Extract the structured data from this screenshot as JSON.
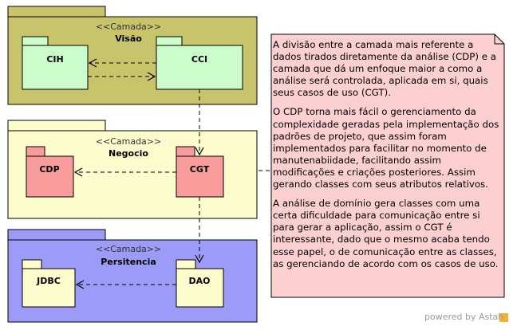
{
  "layers": [
    {
      "id": "visao",
      "stereotype": "<<Camada>>",
      "name": "Visão",
      "fill": "#c8c46c"
    },
    {
      "id": "negocio",
      "stereotype": "<<Camada>>",
      "name": "Negocio",
      "fill": "#fcfccc"
    },
    {
      "id": "persistencia",
      "stereotype": "<<Camada>>",
      "name": "Persitencia",
      "fill": "#9c9cf8"
    }
  ],
  "packages": [
    {
      "id": "cih",
      "name": "CIH",
      "fill": "#ccfccc"
    },
    {
      "id": "cci",
      "name": "CCI",
      "fill": "#ccfccc"
    },
    {
      "id": "cdp",
      "name": "CDP",
      "fill": "#f89c9c"
    },
    {
      "id": "cgt",
      "name": "CGT",
      "fill": "#f89c9c"
    },
    {
      "id": "jdbc",
      "name": "JDBC",
      "fill": "#fcfccc"
    },
    {
      "id": "dao",
      "name": "DAO",
      "fill": "#fcfccc"
    }
  ],
  "note": {
    "fill": "#fcd0d0",
    "paragraphs": [
      "A divisão entre a camada mais referente a dados tirados diretamente da análise (CDP) e a camada que dá um enfoque maior a como a análise será controlada, aplicada em si, quais seus casos de uso (CGT).",
      "O CDP torna mais fácil o gerenciamento da complexidade geradas pela implementação dos padrões de projeto, que assim foram implementados para facilitar no momento de manutenabiidade, facilitando assim modificações e criações posteriores. Assim gerando classes com seus atributos relativos.",
      "A análise de domínio gera classes com uma certa dificuldade para comunicação entre si para gerar a aplicação, assim o CGT é interessante, dado que o mesmo acaba tendo esse papel, o de comunicação entre as classes, as gerenciando de acordo com os casos de uso."
    ]
  },
  "footer": {
    "powered": "powered by Astah"
  }
}
